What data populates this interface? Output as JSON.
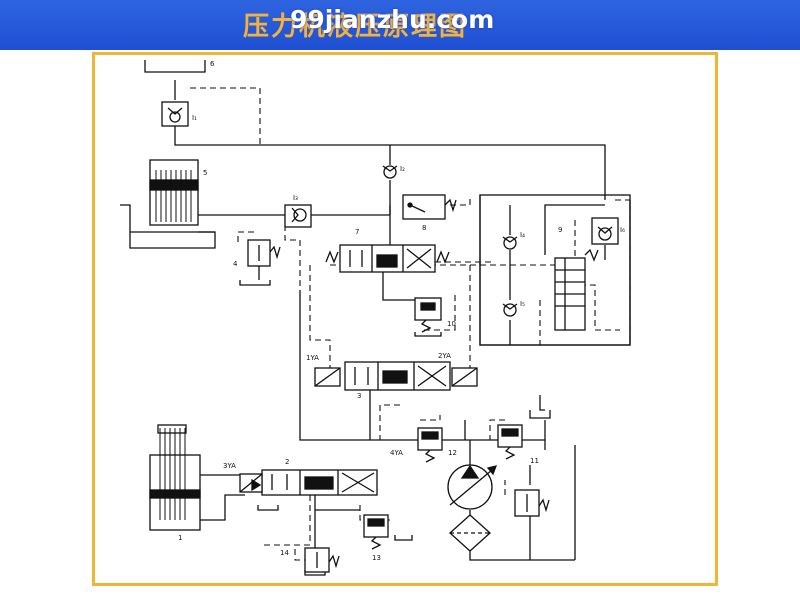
{
  "header": {
    "title": "压力机液压原理图",
    "watermark": "99jianzhu.com"
  },
  "colors": {
    "banner": "#1f52d6",
    "title": "#f3b23c",
    "frame": "#f0b437"
  },
  "labels": {
    "n1": "1",
    "n2": "2",
    "n3": "3",
    "n4": "4",
    "n5": "5",
    "n6": "6",
    "n7": "7",
    "n8": "8",
    "n9": "9",
    "n10": "10",
    "n11": "11",
    "n12": "12",
    "n13": "13",
    "n14": "14",
    "i1": "I₁",
    "i2": "I₂",
    "i3": "I₃",
    "i4": "I₄",
    "i5": "I₅",
    "i6": "I₆",
    "ya1": "1YA",
    "ya2": "2YA",
    "ya3": "3YA",
    "ya4": "4YA"
  }
}
